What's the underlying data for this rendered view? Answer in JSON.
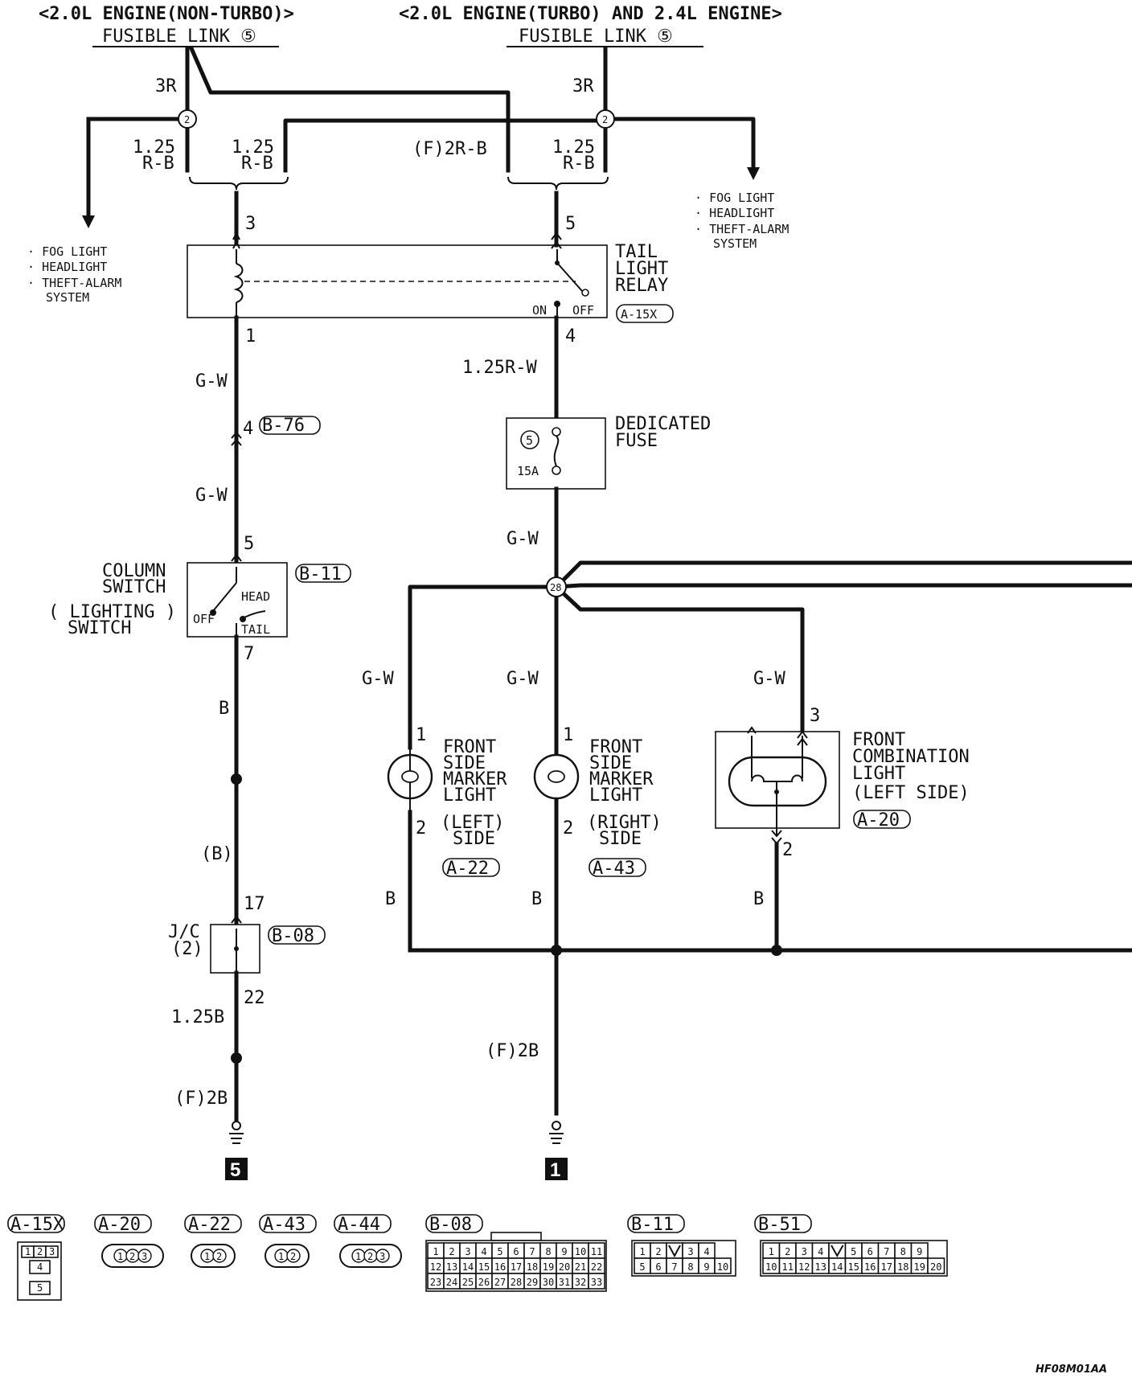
{
  "header": {
    "left_title": "<2.0L ENGINE(NON-TURBO)>",
    "right_title": "<2.0L ENGINE(TURBO) AND 2.4L ENGINE>",
    "left_fusible": "FUSIBLE LINK ⑤",
    "right_fusible": "FUSIBLE LINK ⑤"
  },
  "wires": {
    "w3r_left": "3R",
    "w3r_right": "3R",
    "w125": "1.25",
    "wrb": "R-B",
    "wf2rb": "(F)2R-B",
    "wgw": "G-W",
    "w125rw": "1.25R-W",
    "wb": "B",
    "wb_paren": "(B)",
    "w125b": "1.25B",
    "wf2b": "(F)2B"
  },
  "splice": {
    "s2": "2",
    "s28": "28"
  },
  "branch": {
    "fog": "FOG LIGHT",
    "head": "HEADLIGHT",
    "theft1": "THEFT-ALARM",
    "theft2": "SYSTEM"
  },
  "relay": {
    "title": [
      "TAIL",
      "LIGHT",
      "RELAY"
    ],
    "on": "ON",
    "off": "OFF",
    "connector": "A-15X",
    "pins": {
      "p3": "3",
      "p1": "1",
      "p5": "5",
      "p4": "4"
    }
  },
  "fuse": {
    "title": [
      "DEDICATED",
      "FUSE"
    ],
    "number": "5",
    "rating": "15A"
  },
  "b76": {
    "pin": "4",
    "connector": "B-76"
  },
  "column_switch": {
    "title": [
      "COLUMN",
      "SWITCH"
    ],
    "sub": [
      "LIGHTING",
      "SWITCH"
    ],
    "head": "HEAD",
    "off": "OFF",
    "tail": "TAIL",
    "connector": "B-11",
    "pin_in": "5",
    "pin_out": "7"
  },
  "jc": {
    "title": "J/C",
    "sub": "(2)",
    "connector": "B-08",
    "pin_in": "17",
    "pin_out": "22"
  },
  "marker_left": {
    "title": [
      "FRONT",
      "SIDE",
      "MARKER",
      "LIGHT"
    ],
    "side": [
      "LEFT",
      "SIDE"
    ],
    "connector": "A-22",
    "pin1": "1",
    "pin2": "2"
  },
  "marker_right": {
    "title": [
      "FRONT",
      "SIDE",
      "MARKER",
      "LIGHT"
    ],
    "side": [
      "RIGHT",
      "SIDE"
    ],
    "connector": "A-43",
    "pin1": "1",
    "pin2": "2"
  },
  "combination": {
    "title": [
      "FRONT",
      "COMBINATION",
      "LIGHT"
    ],
    "side": "(LEFT SIDE)",
    "connector": "A-20",
    "pin3": "3",
    "pin2": "2"
  },
  "ground": {
    "left": "5",
    "right": "1"
  },
  "legend": {
    "labels": [
      "A-15X",
      "A-20",
      "A-22",
      "A-43",
      "A-44",
      "B-08",
      "B-11",
      "B-51"
    ],
    "a15x_pins": [
      "1",
      "2",
      "3",
      "4",
      "5"
    ],
    "b08_rows": [
      [
        "1",
        "2",
        "3",
        "4",
        "5",
        "6",
        "7",
        "8",
        "9",
        "10",
        "11"
      ],
      [
        "12",
        "13",
        "14",
        "15",
        "16",
        "17",
        "18",
        "19",
        "20",
        "21",
        "22"
      ],
      [
        "23",
        "24",
        "25",
        "26",
        "27",
        "28",
        "29",
        "30",
        "31",
        "32",
        "33"
      ]
    ],
    "b11_rows": [
      [
        "1",
        "2",
        "",
        "3",
        "4"
      ],
      [
        "5",
        "6",
        "7",
        "8",
        "9",
        "10"
      ]
    ],
    "b51_rows": [
      [
        "1",
        "2",
        "3",
        "4",
        "",
        "5",
        "6",
        "7",
        "8",
        "9"
      ],
      [
        "10",
        "11",
        "12",
        "13",
        "14",
        "15",
        "16",
        "17",
        "18",
        "19",
        "20"
      ]
    ]
  },
  "diagram_code": "HF08M01AA"
}
